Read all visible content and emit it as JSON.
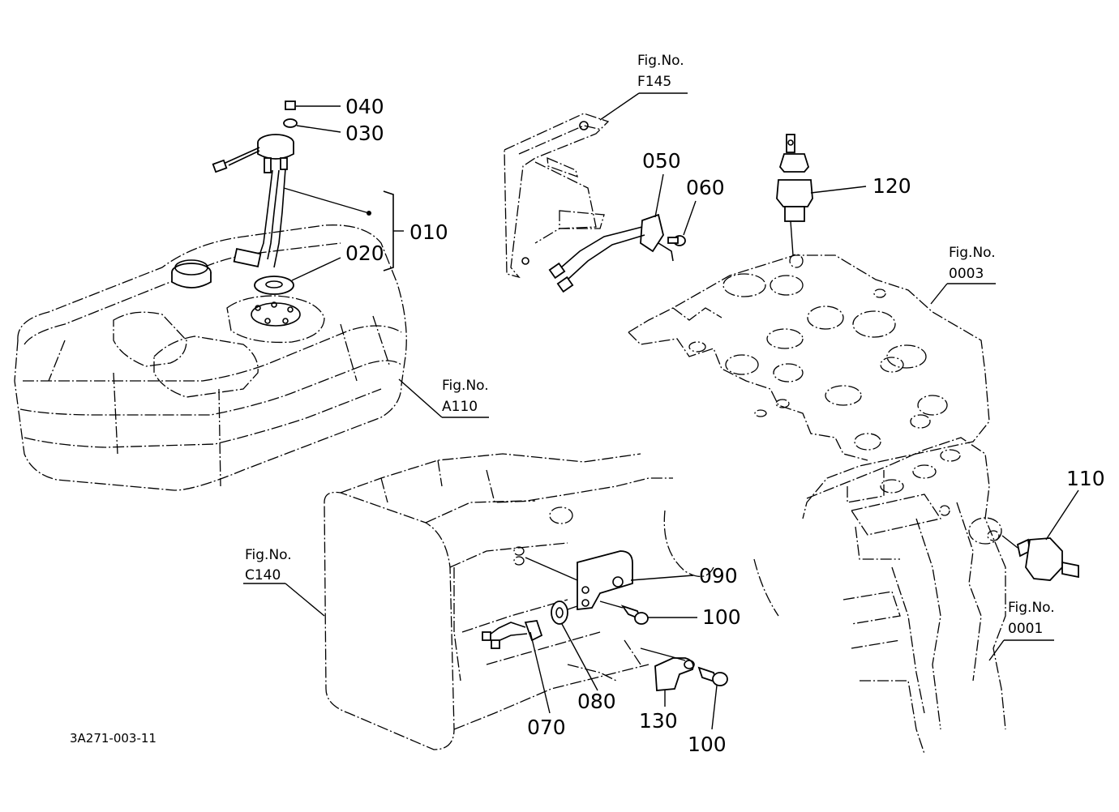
{
  "diagram": {
    "drawing_code": "3A271-003-11",
    "part_labels": {
      "p010": "010",
      "p020": "020",
      "p030": "030",
      "p040": "040",
      "p050": "050",
      "p060": "060",
      "p070": "070",
      "p080": "080",
      "p090": "090",
      "p100a": "100",
      "p100b": "100",
      "p110": "110",
      "p120": "120",
      "p130": "130"
    },
    "figure_refs": {
      "f145": {
        "line1": "Fig.No.",
        "line2": "F145"
      },
      "f0003": {
        "line1": "Fig.No.",
        "line2": "0003"
      },
      "a110": {
        "line1": "Fig.No.",
        "line2": "A110"
      },
      "c140": {
        "line1": "Fig.No.",
        "line2": "C140"
      },
      "f0001": {
        "line1": "Fig.No.",
        "line2": "0001"
      }
    }
  }
}
